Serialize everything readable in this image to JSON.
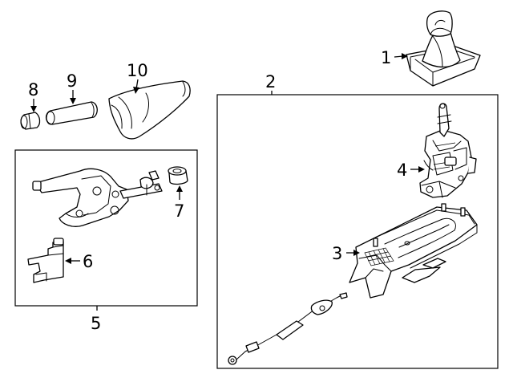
{
  "diagram": {
    "line_color": "#000000",
    "background": "#ffffff",
    "callouts": {
      "c1": "1",
      "c2": "2",
      "c3": "3",
      "c4": "4",
      "c5": "5",
      "c6": "6",
      "c7": "7",
      "c8": "8",
      "c9": "9",
      "c10": "10"
    }
  }
}
